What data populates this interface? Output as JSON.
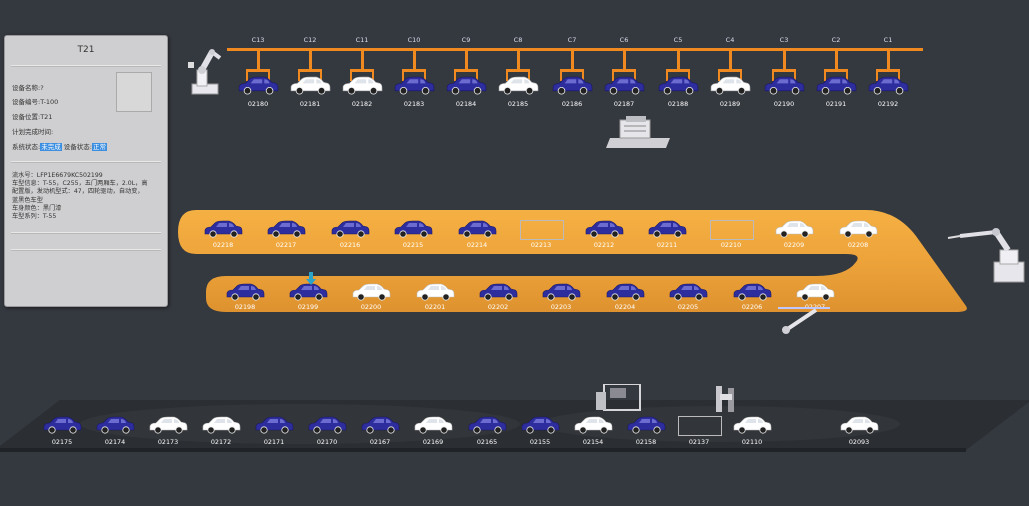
{
  "panel": {
    "title": "T21",
    "rows": [
      "设备名称:?",
      "设备编号:T-100",
      "设备位置:T21",
      "计划完成时间:"
    ],
    "status_prefix": "系统状态:",
    "status_value": "未完成",
    "device_status_prefix": "设备状态:",
    "device_status_value": "正常",
    "info_lines": [
      "流水号：LFP1E6679KC502199",
      "车型信息：T-55，C255，五门两厢车，2.0L，高",
      "配置版，发动机型式：47，四轮驱动，自动变，",
      "蓝黑色车型",
      "车身颜色：黑门漆",
      "车型系列：T-55"
    ]
  },
  "overhead": {
    "hangers": [
      "C13",
      "C12",
      "C11",
      "C10",
      "C9",
      "C8",
      "C7",
      "C6",
      "C5",
      "C4",
      "C3",
      "C2",
      "C1"
    ],
    "cars": [
      {
        "id": "02180",
        "color": "blue"
      },
      {
        "id": "02181",
        "color": "white"
      },
      {
        "id": "02182",
        "color": "white"
      },
      {
        "id": "02183",
        "color": "blue"
      },
      {
        "id": "02184",
        "color": "blue"
      },
      {
        "id": "02185",
        "color": "white"
      },
      {
        "id": "02186",
        "color": "blue"
      },
      {
        "id": "02187",
        "color": "blue"
      },
      {
        "id": "02188",
        "color": "blue"
      },
      {
        "id": "02189",
        "color": "white"
      },
      {
        "id": "02190",
        "color": "blue"
      },
      {
        "id": "02191",
        "color": "blue"
      },
      {
        "id": "02192",
        "color": "blue"
      }
    ]
  },
  "belt_top": [
    {
      "id": "02218",
      "color": "blue"
    },
    {
      "id": "02217",
      "color": "blue"
    },
    {
      "id": "02216",
      "color": "blue"
    },
    {
      "id": "02215",
      "color": "blue"
    },
    {
      "id": "02214",
      "color": "blue"
    },
    {
      "id": "02213",
      "color": "image"
    },
    {
      "id": "02212",
      "color": "blue"
    },
    {
      "id": "02211",
      "color": "blue"
    },
    {
      "id": "02210",
      "color": "image"
    },
    {
      "id": "02209",
      "color": "white"
    },
    {
      "id": "02208",
      "color": "white"
    }
  ],
  "belt_bottom": [
    {
      "id": "02198",
      "color": "blue"
    },
    {
      "id": "02199",
      "color": "blue"
    },
    {
      "id": "02200",
      "color": "white"
    },
    {
      "id": "02201",
      "color": "white"
    },
    {
      "id": "02202",
      "color": "blue"
    },
    {
      "id": "02203",
      "color": "blue"
    },
    {
      "id": "02204",
      "color": "blue"
    },
    {
      "id": "02205",
      "color": "blue"
    },
    {
      "id": "02206",
      "color": "blue"
    },
    {
      "id": "02207",
      "color": "white"
    }
  ],
  "floor_cars": [
    {
      "id": "02175",
      "color": "blue"
    },
    {
      "id": "02174",
      "color": "blue"
    },
    {
      "id": "02173",
      "color": "white"
    },
    {
      "id": "02172",
      "color": "white"
    },
    {
      "id": "02171",
      "color": "blue"
    },
    {
      "id": "02170",
      "color": "blue"
    },
    {
      "id": "02167",
      "color": "blue"
    },
    {
      "id": "02169",
      "color": "white"
    },
    {
      "id": "02165",
      "color": "blue"
    },
    {
      "id": "02155",
      "color": "blue"
    },
    {
      "id": "02154",
      "color": "white"
    },
    {
      "id": "02158",
      "color": "blue"
    },
    {
      "id": "02137",
      "color": "image"
    },
    {
      "id": "02110",
      "color": "white"
    },
    {
      "id": "02093",
      "color": "white"
    }
  ],
  "colors": {
    "background": "#34383f",
    "rail": "#f08a20",
    "belt": "#eea33a",
    "car_blue": "#2e2d9e",
    "car_white": "#ffffff"
  }
}
